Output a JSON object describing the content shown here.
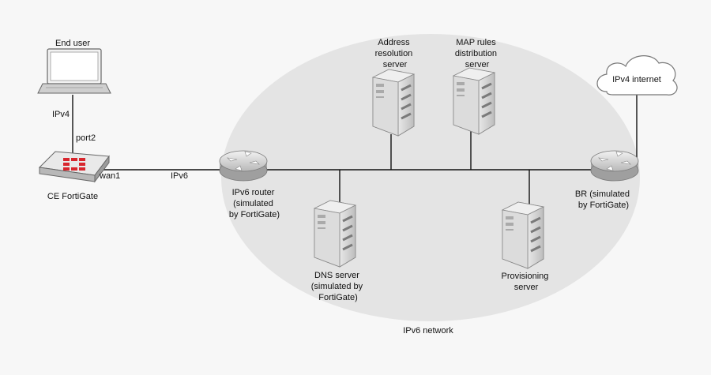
{
  "end_user": {
    "label": "End user"
  },
  "links": {
    "ipv4": "IPv4",
    "ipv6": "IPv6",
    "port2": "port2",
    "wan1": "wan1"
  },
  "ce_fortigate": {
    "label": "CE FortiGate"
  },
  "ipv6_router": {
    "lines": [
      "IPv6 router",
      "(simulated",
      "by FortiGate)"
    ]
  },
  "address_server": {
    "lines": [
      "Address",
      "resolution",
      "server"
    ]
  },
  "map_server": {
    "lines": [
      "MAP rules",
      "distribution",
      "server"
    ]
  },
  "dns_server": {
    "lines": [
      "DNS server",
      "(simulated by",
      "FortiGate)"
    ]
  },
  "provisioning_server": {
    "lines": [
      "Provisioning",
      "server"
    ]
  },
  "br": {
    "lines": [
      "BR (simulated",
      "by FortiGate)"
    ]
  },
  "internet": {
    "label": "IPv4 internet"
  },
  "network": {
    "label": "IPv6 network"
  },
  "colors": {
    "fortinet_red": "#d8262d",
    "ellipse": "#e4e4e4",
    "server": "#d4d4d4"
  },
  "icons": [
    "laptop-icon",
    "firewall-icon",
    "router-icon",
    "server-icon",
    "cloud-icon"
  ]
}
